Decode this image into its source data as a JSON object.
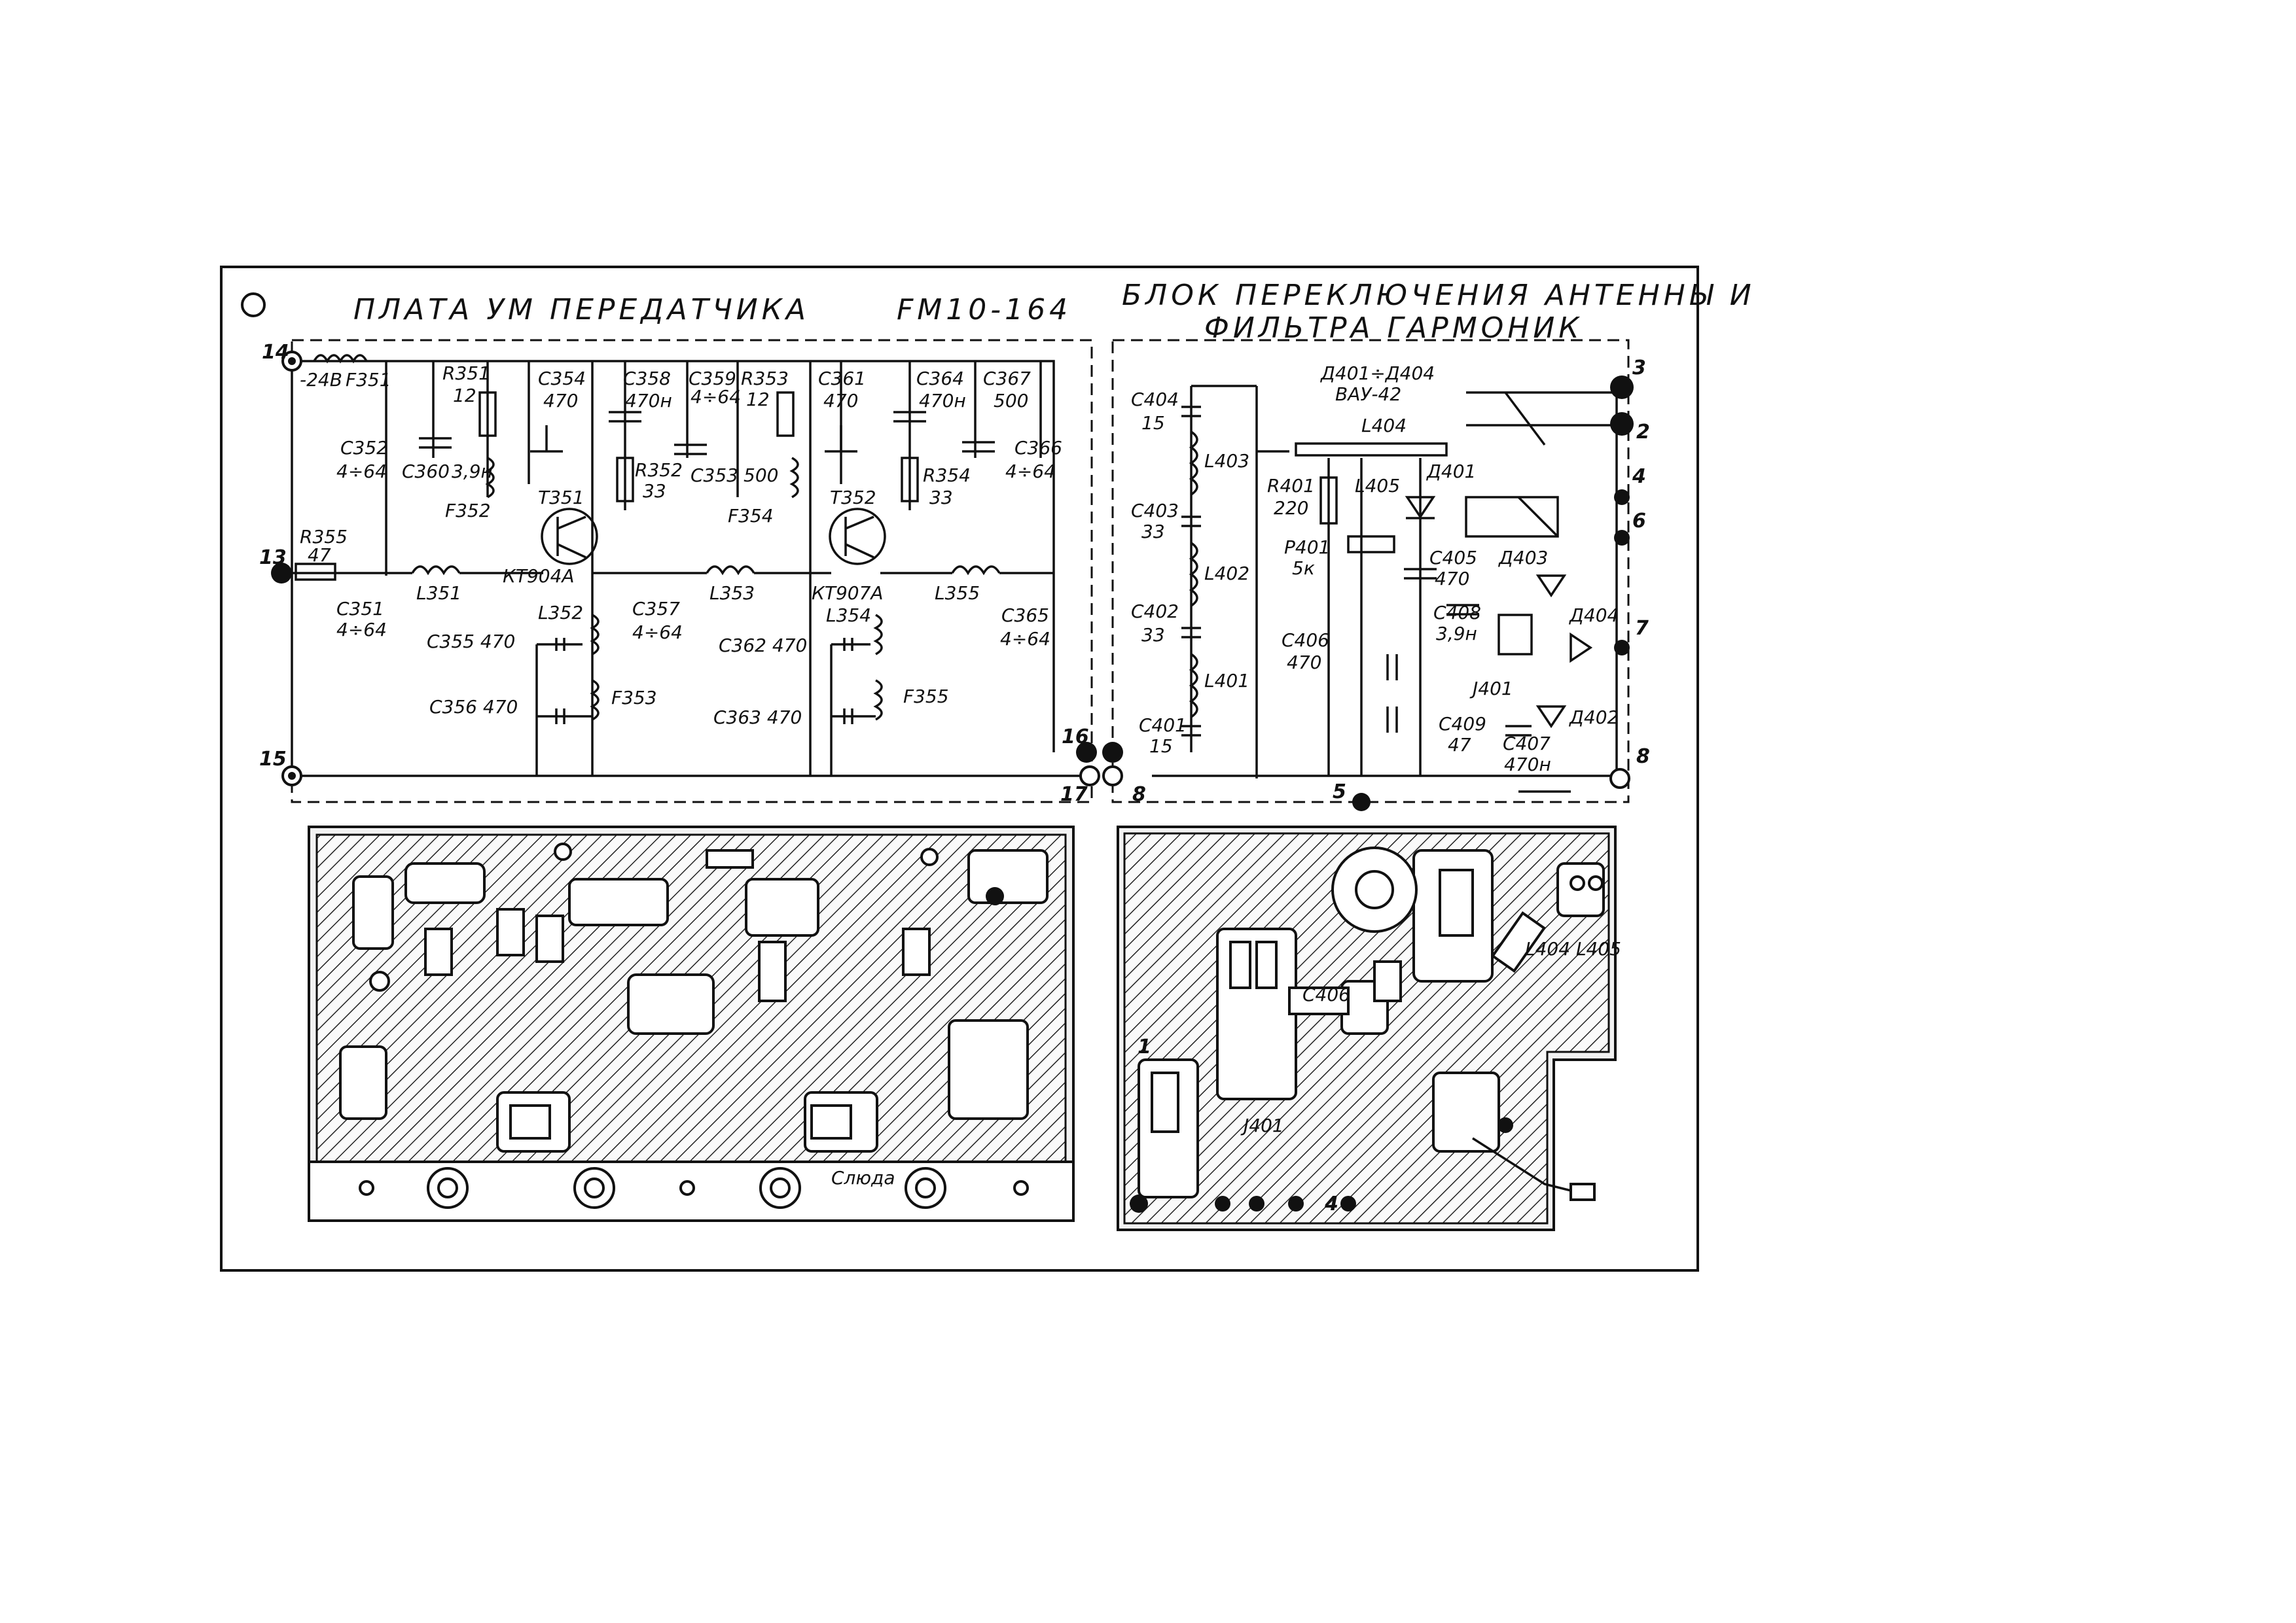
{
  "left_title": "ПЛАТА УМ ПЕРЕДАТЧИКА",
  "model": "FM10-164",
  "right_title_1": "БЛОК ПЕРЕКЛЮЧЕНИЯ АНТЕННЫ И",
  "right_title_2": "ФИЛЬТРА ГАРМОНИК",
  "pa_labels": {
    "supply": "-24В",
    "f351": "F351",
    "r351": "R351",
    "r351_val": "12",
    "c352": "C352",
    "c352_val": "4÷64",
    "c360": "C360",
    "c360_val": "3,9н",
    "f352": "F352",
    "c354": "C354",
    "c354_val": "470",
    "t351": "T351",
    "kt904": "КТ904А",
    "c358": "C358",
    "c358_val": "470н",
    "r352": "R352",
    "r352_val": "33",
    "c359": "C359",
    "c359_val": "4÷64",
    "r353": "R353",
    "r353_val": "12",
    "c353": "C353",
    "c353_val": "500",
    "f354": "F354",
    "c361": "C361",
    "c361_val": "470",
    "t352": "T352",
    "kt907": "КТ907А",
    "c364": "C364",
    "c364_val": "470н",
    "r354": "R354",
    "r354_val": "33",
    "c367": "C367",
    "c367_val": "500",
    "c366": "C366",
    "c366_val": "4÷64",
    "r355": "R355",
    "r355_val": "47",
    "c351": "C351",
    "c351_val": "4÷64",
    "l351": "L351",
    "l352": "L352",
    "c357": "C357",
    "c357_val": "4÷64",
    "l353": "L353",
    "l354": "L354",
    "l355": "L355",
    "c365": "C365",
    "c365_val": "4÷64",
    "c355": "C355 470",
    "c356": "C356 470",
    "f353": "F353",
    "c362": "C362 470",
    "c363": "C363 470",
    "f355": "F355"
  },
  "ant_labels": {
    "diodes": "Д401÷Д404",
    "diode_type": "ВАУ-42",
    "c404": "C404",
    "c404_val": "15",
    "l403": "L403",
    "c403": "C403",
    "c403_val": "33",
    "l402": "L402",
    "c402": "C402",
    "c402_val": "33",
    "l401": "L401",
    "c401": "C401",
    "c401_val": "15",
    "r401": "R401",
    "r401_val": "220",
    "l404": "L404",
    "l405": "L405",
    "d401": "Д401",
    "p401": "P401",
    "p401_val": "5к",
    "c405": "C405",
    "c405_val": "470",
    "d403": "Д403",
    "c408": "C408",
    "c408_val": "3,9н",
    "d404": "Д404",
    "c406": "C406",
    "c406_val": "470",
    "j401": "J401",
    "c409": "C409",
    "c409_val": "47",
    "c407": "C407",
    "c407_val": "470н",
    "d402": "Д402"
  },
  "pins": {
    "p14": "14",
    "p13": "13",
    "p15": "15",
    "p16": "16",
    "p17": "17",
    "p8a": "8",
    "p3": "3",
    "p2": "2",
    "p4": "4",
    "p6": "6",
    "p7": "7",
    "p8b": "8",
    "p5": "5"
  },
  "pcb_labels": {
    "mica": "Слюда",
    "l404_405": "L404 L405",
    "j401": "J401",
    "c406": "C406",
    "pcb_pin4": "4",
    "pcb_pin1": "1"
  }
}
